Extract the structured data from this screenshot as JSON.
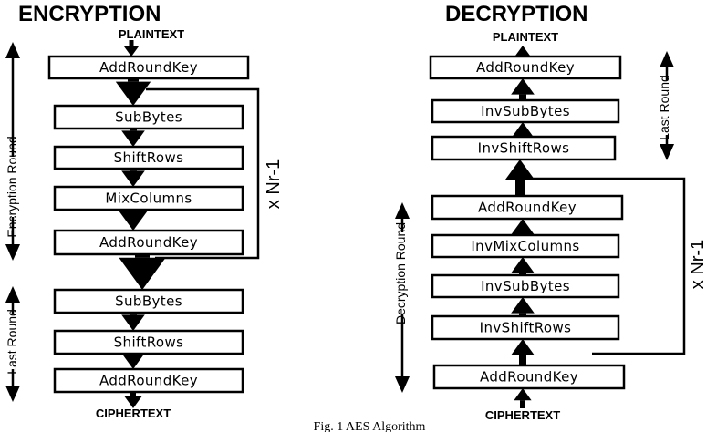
{
  "encryption": {
    "title": "ENCRYPTION",
    "input": "PLAINTEXT",
    "output": "CIPHERTEXT",
    "steps": [
      "AddRoundKey",
      "SubBytes",
      "ShiftRows",
      "MixColumns",
      "AddRoundKey",
      "SubBytes",
      "ShiftRows",
      "AddRoundKey"
    ],
    "round_label": "Encryption Round",
    "last_label": "Last Round",
    "repeat_label": "x Nr-1"
  },
  "decryption": {
    "title": "DECRYPTION",
    "input": "CIPHERTEXT",
    "output": "PLAINTEXT",
    "steps": [
      "AddRoundKey",
      "InvSubBytes",
      "InvShiftRows",
      "AddRoundKey",
      "InvMixColumns",
      "InvSubBytes",
      "InvShiftRows",
      "AddRoundKey"
    ],
    "round_label": "Decryption Round",
    "last_label": "Last Round",
    "repeat_label": "x Nr-1"
  },
  "caption": "Fig. 1 AES Algorithm"
}
